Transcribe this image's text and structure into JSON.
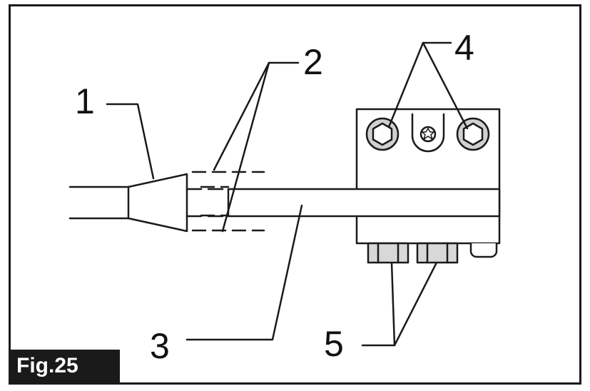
{
  "figure": {
    "label": "Fig.25"
  },
  "callouts": {
    "c1": "1",
    "c2": "2",
    "c3": "3",
    "c4": "4",
    "c5": "5"
  },
  "colors": {
    "ink": "#1a1a1a",
    "background": "#ffffff"
  }
}
